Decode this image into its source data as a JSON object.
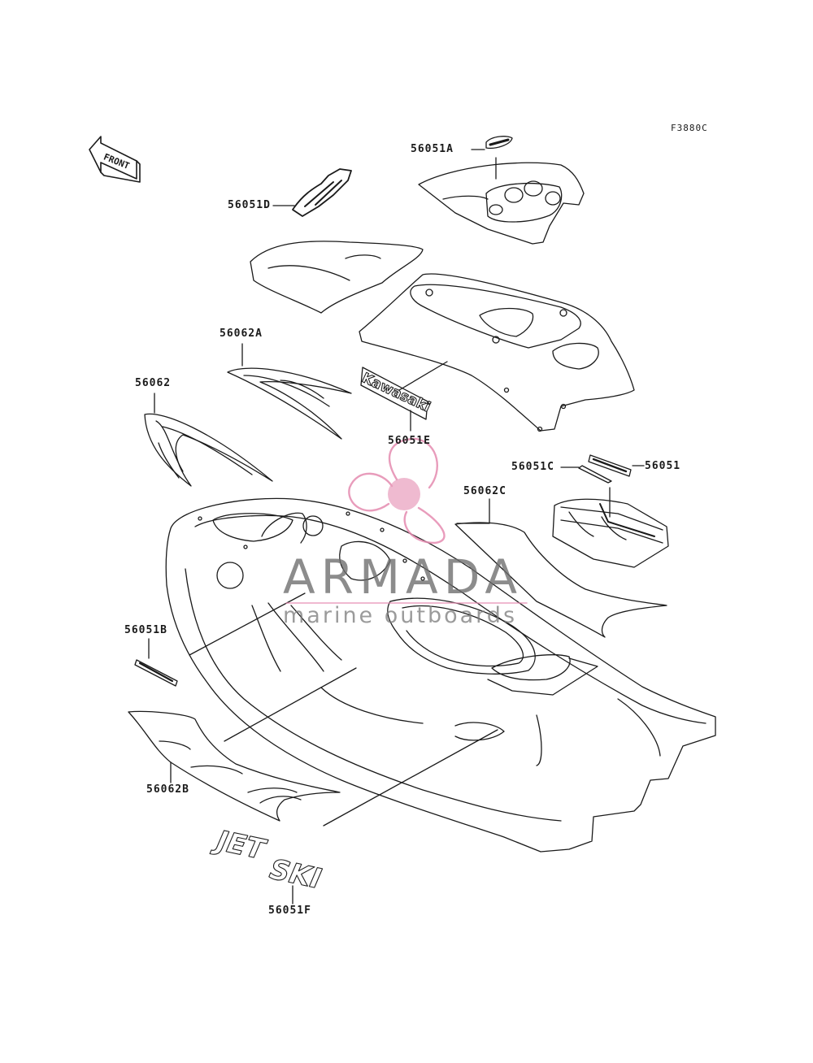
{
  "figure_code": "F3880C",
  "front_arrow_label": "FRONT",
  "watermark": {
    "title": "ARMADA",
    "subtitle": "marine outboards",
    "accent_color": "#e58bb0"
  },
  "parts": [
    {
      "id": "p-56051a",
      "label": "56051A"
    },
    {
      "id": "p-56051d",
      "label": "56051D"
    },
    {
      "id": "p-56062a",
      "label": "56062A"
    },
    {
      "id": "p-56062",
      "label": "56062"
    },
    {
      "id": "p-56051e",
      "label": "56051E"
    },
    {
      "id": "p-56051c",
      "label": "56051C"
    },
    {
      "id": "p-56051",
      "label": "56051"
    },
    {
      "id": "p-56062c",
      "label": "56062C"
    },
    {
      "id": "p-56051b",
      "label": "56051B"
    },
    {
      "id": "p-56062b",
      "label": "56062B"
    },
    {
      "id": "p-56051f",
      "label": "56051F"
    }
  ],
  "decals": {
    "kawasaki": "Kawasaki",
    "jetski_1": "JET",
    "jetski_2": "SKI"
  },
  "colors": {
    "line": "#1a1a1a",
    "watermark_gray": "#6d6d6d"
  }
}
